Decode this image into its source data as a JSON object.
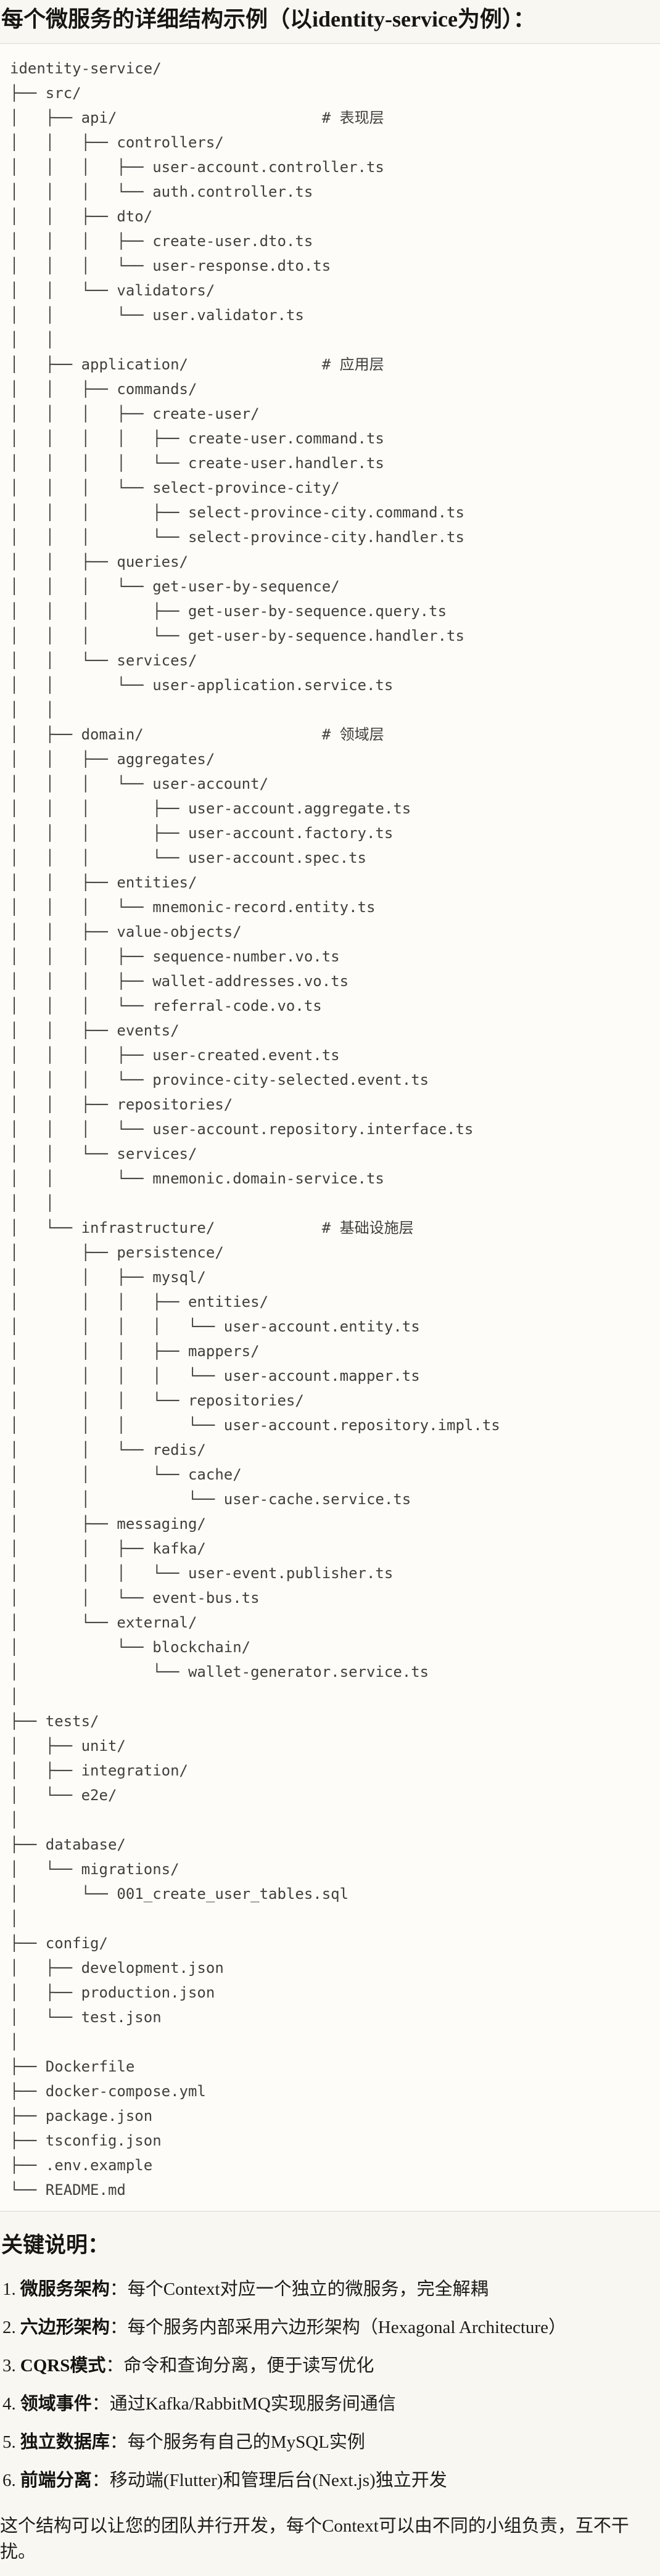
{
  "title": "每个微服务的详细结构示例（以identity-service为例）：",
  "code_block": {
    "lines": [
      "identity-service/",
      "├── src/",
      "│   ├── api/                       # 表现层",
      "│   │   ├── controllers/",
      "│   │   │   ├── user-account.controller.ts",
      "│   │   │   └── auth.controller.ts",
      "│   │   ├── dto/",
      "│   │   │   ├── create-user.dto.ts",
      "│   │   │   └── user-response.dto.ts",
      "│   │   └── validators/",
      "│   │       └── user.validator.ts",
      "│   │",
      "│   ├── application/               # 应用层",
      "│   │   ├── commands/",
      "│   │   │   ├── create-user/",
      "│   │   │   │   ├── create-user.command.ts",
      "│   │   │   │   └── create-user.handler.ts",
      "│   │   │   └── select-province-city/",
      "│   │   │       ├── select-province-city.command.ts",
      "│   │   │       └── select-province-city.handler.ts",
      "│   │   ├── queries/",
      "│   │   │   └── get-user-by-sequence/",
      "│   │   │       ├── get-user-by-sequence.query.ts",
      "│   │   │       └── get-user-by-sequence.handler.ts",
      "│   │   └── services/",
      "│   │       └── user-application.service.ts",
      "│   │",
      "│   ├── domain/                    # 领域层",
      "│   │   ├── aggregates/",
      "│   │   │   └── user-account/",
      "│   │   │       ├── user-account.aggregate.ts",
      "│   │   │       ├── user-account.factory.ts",
      "│   │   │       └── user-account.spec.ts",
      "│   │   ├── entities/",
      "│   │   │   └── mnemonic-record.entity.ts",
      "│   │   ├── value-objects/",
      "│   │   │   ├── sequence-number.vo.ts",
      "│   │   │   ├── wallet-addresses.vo.ts",
      "│   │   │   └── referral-code.vo.ts",
      "│   │   ├── events/",
      "│   │   │   ├── user-created.event.ts",
      "│   │   │   └── province-city-selected.event.ts",
      "│   │   ├── repositories/",
      "│   │   │   └── user-account.repository.interface.ts",
      "│   │   └── services/",
      "│   │       └── mnemonic.domain-service.ts",
      "│   │",
      "│   └── infrastructure/            # 基础设施层",
      "│       ├── persistence/",
      "│       │   ├── mysql/",
      "│       │   │   ├── entities/",
      "│       │   │   │   └── user-account.entity.ts",
      "│       │   │   ├── mappers/",
      "│       │   │   │   └── user-account.mapper.ts",
      "│       │   │   └── repositories/",
      "│       │   │       └── user-account.repository.impl.ts",
      "│       │   └── redis/",
      "│       │       └── cache/",
      "│       │           └── user-cache.service.ts",
      "│       ├── messaging/",
      "│       │   ├── kafka/",
      "│       │   │   └── user-event.publisher.ts",
      "│       │   └── event-bus.ts",
      "│       └── external/",
      "│           └── blockchain/",
      "│               └── wallet-generator.service.ts",
      "│",
      "├── tests/",
      "│   ├── unit/",
      "│   ├── integration/",
      "│   └── e2e/",
      "│",
      "├── database/",
      "│   └── migrations/",
      "│       └── 001_create_user_tables.sql",
      "│",
      "├── config/",
      "│   ├── development.json",
      "│   ├── production.json",
      "│   └── test.json",
      "│",
      "├── Dockerfile",
      "├── docker-compose.yml",
      "├── package.json",
      "├── tsconfig.json",
      "├── .env.example",
      "└── README.md"
    ]
  },
  "notes": {
    "heading": "关键说明：",
    "separator": "：",
    "items": [
      {
        "num": "1.",
        "term": "微服务架构",
        "desc": "每个Context对应一个独立的微服务，完全解耦"
      },
      {
        "num": "2.",
        "term": "六边形架构",
        "desc": "每个服务内部采用六边形架构（Hexagonal Architecture）"
      },
      {
        "num": "3.",
        "term": "CQRS模式",
        "desc": "命令和查询分离，便于读写优化"
      },
      {
        "num": "4.",
        "term": "领域事件",
        "desc": "通过Kafka/RabbitMQ实现服务间通信"
      },
      {
        "num": "5.",
        "term": "独立数据库",
        "desc": "每个服务有自己的MySQL实例"
      },
      {
        "num": "6.",
        "term": "前端分离",
        "desc": "移动端(Flutter)和管理后台(Next.js)独立开发"
      }
    ]
  },
  "closing": "这个结构可以让您的团队并行开发，每个Context可以由不同的小组负责，互不干扰。"
}
